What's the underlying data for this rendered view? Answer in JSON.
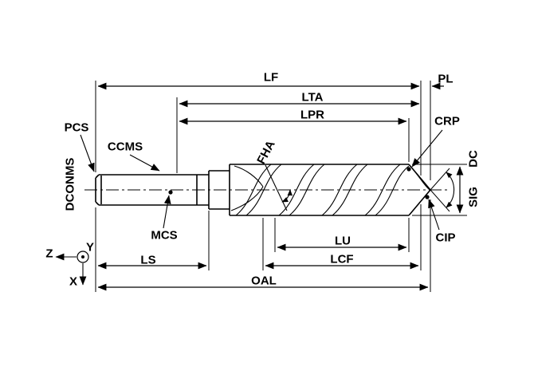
{
  "diagram": {
    "title": "Drill dimension nomenclature diagram",
    "background": "#ffffff",
    "line_color": "#000000"
  },
  "labels": {
    "lf": "LF",
    "pl": "PL",
    "lta": "LTA",
    "lpr": "LPR",
    "pcs": "PCS",
    "ccms": "CCMS",
    "dconms": "DCONMS",
    "fha": "FHA",
    "crp": "CRP",
    "dc": "DC",
    "sig": "SIG",
    "mcs": "MCS",
    "cip": "CIP",
    "lu": "LU",
    "lcf": "LCF",
    "ls": "LS",
    "oal": "OAL"
  },
  "axes": {
    "x": "X",
    "y": "Y",
    "z": "Z"
  }
}
